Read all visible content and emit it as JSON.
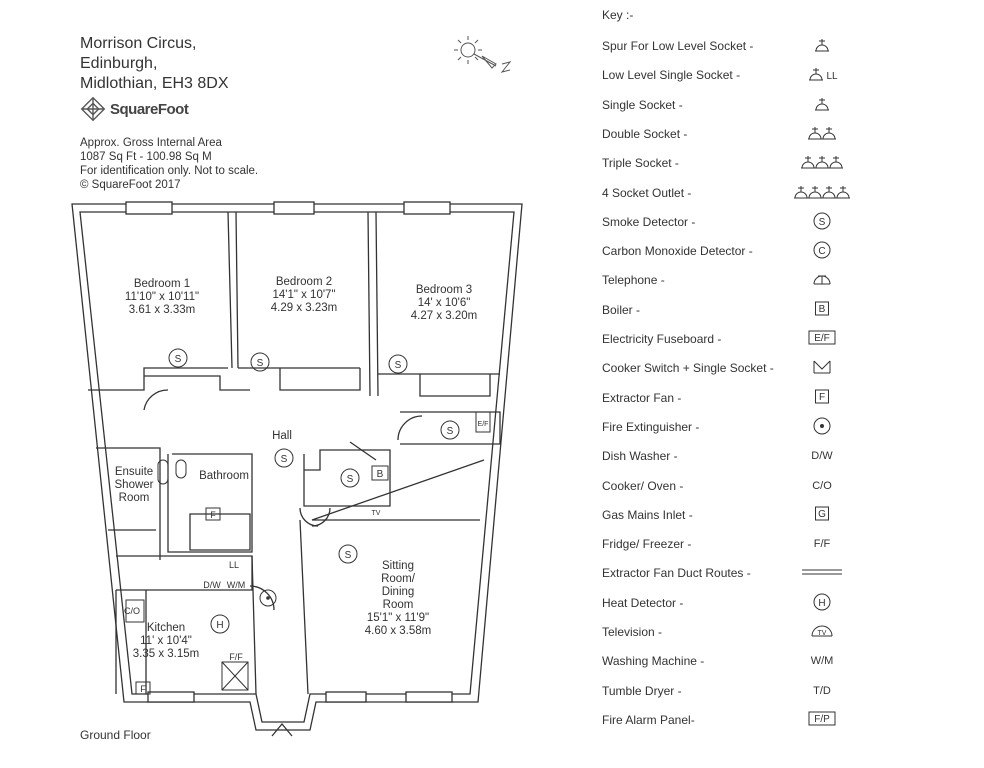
{
  "header": {
    "address": [
      "Morrison Circus,",
      "Edinburgh,",
      "Midlothian, EH3 8DX"
    ],
    "logo_text": "SquareFoot",
    "info": [
      "Approx. Gross Internal Area",
      "1087 Sq Ft  -  100.98 Sq M",
      "For identification only. Not to scale.",
      "© SquareFoot 2017"
    ],
    "floor_label": "Ground Floor"
  },
  "rooms": {
    "bedroom1": [
      "Bedroom 1",
      "11'10\" x 10'11\"",
      "3.61 x 3.33m"
    ],
    "bedroom2": [
      "Bedroom 2",
      "14'1\" x 10'7\"",
      "4.29 x 3.23m"
    ],
    "bedroom3": [
      "Bedroom 3",
      "14' x 10'6\"",
      "4.27 x 3.20m"
    ],
    "hall": "Hall",
    "ensuite": [
      "Ensuite",
      "Shower",
      "Room"
    ],
    "bathroom": "Bathroom",
    "kitchen": [
      "Kitchen",
      "11' x 10'4\"",
      "3.35 x 3.15m"
    ],
    "sitting": [
      "Sitting",
      "Room/",
      "Dining",
      "Room",
      "15'1\" x 11'9\"",
      "4.60 x 3.58m"
    ]
  },
  "plan_marks": {
    "smoke": "S",
    "boiler": "B",
    "heat": "H",
    "fuse": "E/F",
    "extractor": "F",
    "dishwasher": "D/W",
    "washer": "W/M",
    "cooker": "C/O",
    "fridge": "F/F",
    "ll": "LL",
    "tv": "TV"
  },
  "key": {
    "title": "Key :-",
    "items": [
      {
        "label": "Spur For Low Level Socket -",
        "symbol": "spur",
        "text": ""
      },
      {
        "label": "Low Level Single Socket -",
        "symbol": "socket1",
        "text": "LL"
      },
      {
        "label": "Single Socket -",
        "symbol": "socket1",
        "text": ""
      },
      {
        "label": "Double Socket -",
        "symbol": "socket2",
        "text": ""
      },
      {
        "label": "Triple Socket -",
        "symbol": "socket3",
        "text": ""
      },
      {
        "label": "4 Socket Outlet -",
        "symbol": "socket4",
        "text": ""
      },
      {
        "label": "Smoke Detector -",
        "symbol": "circle",
        "text": "S"
      },
      {
        "label": "Carbon Monoxide Detector -",
        "symbol": "circle",
        "text": "C"
      },
      {
        "label": "Telephone -",
        "symbol": "phone",
        "text": ""
      },
      {
        "label": "Boiler -",
        "symbol": "box",
        "text": "B"
      },
      {
        "label": "Electricity Fuseboard -",
        "symbol": "box",
        "text": "E/F"
      },
      {
        "label": "Cooker Switch + Single Socket -",
        "symbol": "cooker",
        "text": ""
      },
      {
        "label": "Extractor Fan -",
        "symbol": "box",
        "text": "F"
      },
      {
        "label": "Fire Extinguisher -",
        "symbol": "dotcircle",
        "text": ""
      },
      {
        "label": "Dish Washer -",
        "symbol": "text",
        "text": "D/W"
      },
      {
        "label": "Cooker/ Oven -",
        "symbol": "text",
        "text": "C/O"
      },
      {
        "label": "Gas Mains Inlet -",
        "symbol": "box",
        "text": "G"
      },
      {
        "label": "Fridge/ Freezer -",
        "symbol": "text",
        "text": "F/F"
      },
      {
        "label": "Extractor Fan Duct Routes -",
        "symbol": "duct",
        "text": ""
      },
      {
        "label": "Heat Detector -",
        "symbol": "circle",
        "text": "H"
      },
      {
        "label": "Television -",
        "symbol": "tv",
        "text": "TV"
      },
      {
        "label": "Washing Machine -",
        "symbol": "text",
        "text": "W/M"
      },
      {
        "label": "Tumble Dryer -",
        "symbol": "text",
        "text": "T/D"
      },
      {
        "label": "Fire Alarm Panel-",
        "symbol": "box",
        "text": "F/P"
      }
    ]
  }
}
